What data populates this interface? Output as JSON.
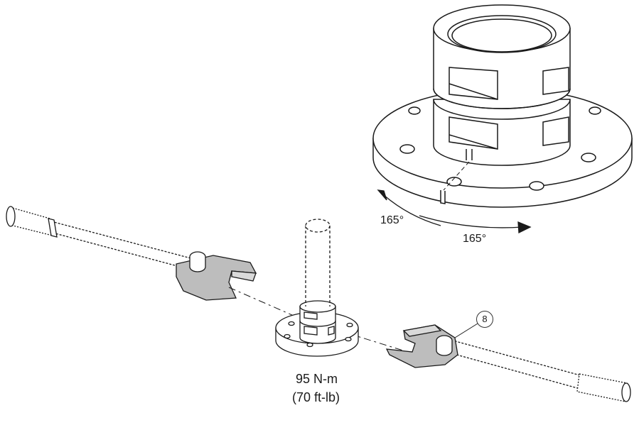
{
  "rotation_labels": {
    "left": "165°",
    "right": "165°"
  },
  "torque": {
    "metric": "95 N-m",
    "imperial": "(70 ft-lb)"
  },
  "callout": {
    "number": "8"
  },
  "colors": {
    "line": "#1a1a1a",
    "wrench_fill": "#bdbdbd",
    "part_fill": "#ffffff",
    "shade": "#d9d9d9"
  }
}
